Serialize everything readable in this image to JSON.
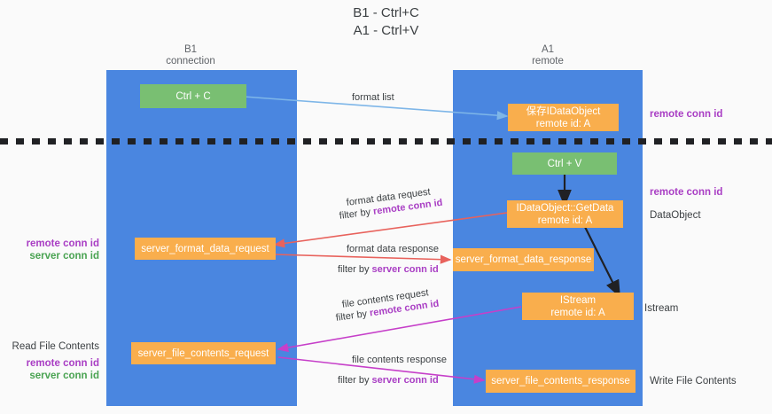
{
  "title": "B1 - Ctrl+C\nA1 - Ctrl+V",
  "columns": {
    "left": "B1\nconnection",
    "right": "A1\nremote"
  },
  "colors": {
    "panel": "#4a86e0",
    "node_green": "#79bf72",
    "node_orange": "#f9ae4d",
    "purple": "#a93ec4",
    "green_text": "#4aa352",
    "arrow_light_blue": "#7eb6e8",
    "arrow_black": "#202124",
    "arrow_red": "#e8625c",
    "arrow_magenta": "#c63fc9",
    "background": "#fafafa"
  },
  "nodes": {
    "ctrl_c": "Ctrl + C",
    "save_idataobject": "保存IDataObject\nremote id: A",
    "ctrl_v": "Ctrl + V",
    "idataobject_getdata": "IDataObject::GetData\nremote id: A",
    "server_format_data_request": "server_format_data_request",
    "server_format_data_response": "server_format_data_response",
    "istream": "IStream\nremote id: A",
    "server_file_contents_request": "server_file_contents_request",
    "server_file_contents_response": "server_file_contents_response"
  },
  "right_labels": {
    "remote_conn_id_top": "remote conn id",
    "remote_conn_id_mid": "remote conn id",
    "dataobject": "DataObject",
    "istream": "Istream",
    "write_file_contents": "Write File Contents"
  },
  "left_labels": {
    "remote_conn_id": "remote conn id",
    "server_conn_id": "server conn id",
    "read_file_contents": "Read File Contents",
    "remote_conn_id_2": "remote conn id",
    "server_conn_id_2": "server conn id"
  },
  "edges": {
    "format_list": "format list",
    "format_data_request": "format data request",
    "format_data_request_filter_pre": "filter by ",
    "format_data_request_filter_key": "remote conn id",
    "format_data_response": "format data response",
    "format_data_response_filter_pre": "filter by ",
    "format_data_response_filter_key": "server conn id",
    "file_contents_request": "file contents request",
    "file_contents_request_filter_pre": "filter by ",
    "file_contents_request_filter_key": "remote conn id",
    "file_contents_response": "file contents response",
    "file_contents_response_filter_pre": "filter by ",
    "file_contents_response_filter_key": "server conn id"
  }
}
